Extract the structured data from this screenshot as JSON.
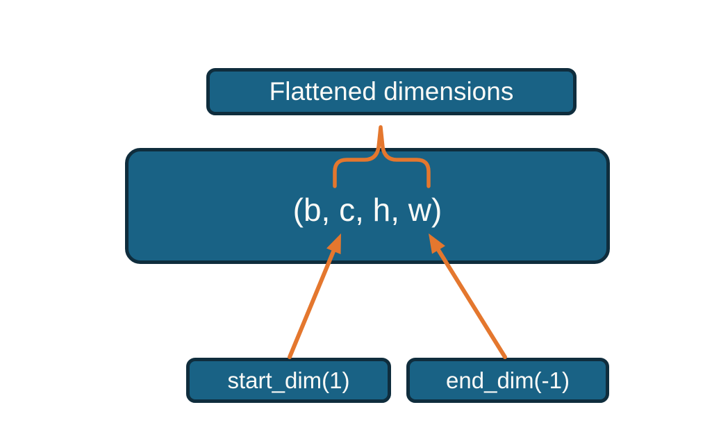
{
  "diagram": {
    "title_box": {
      "label": "Flattened dimensions"
    },
    "tensor_box": {
      "label": "(b, c, h, w)"
    },
    "start_box": {
      "label": "start_dim(1)"
    },
    "end_box": {
      "label": "end_dim(-1)"
    },
    "colors": {
      "background": "#FFFFFF",
      "box_fill": "#196285",
      "box_border": "#0F2D3D",
      "text": "#FAFAF7",
      "accent_orange": "#E4772E"
    }
  }
}
